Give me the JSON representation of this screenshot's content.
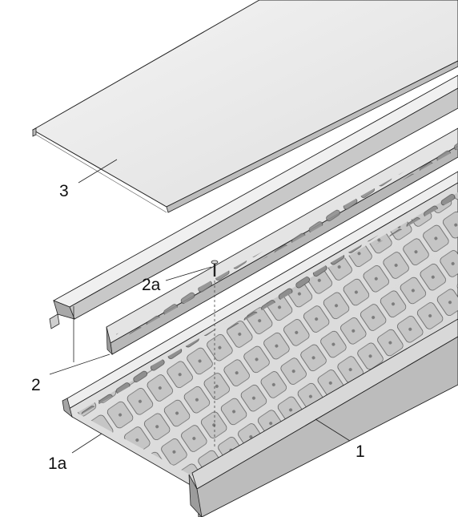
{
  "diagram": {
    "callouts": {
      "cover": "3",
      "separator": "2",
      "separator_screw": "2a",
      "tray": "1",
      "tray_perforation": "1a"
    },
    "colors": {
      "metal_light": "#eeeeee",
      "metal_mid": "#d0d0d0",
      "metal_dark": "#a8a8a8",
      "outline": "#222222"
    }
  }
}
